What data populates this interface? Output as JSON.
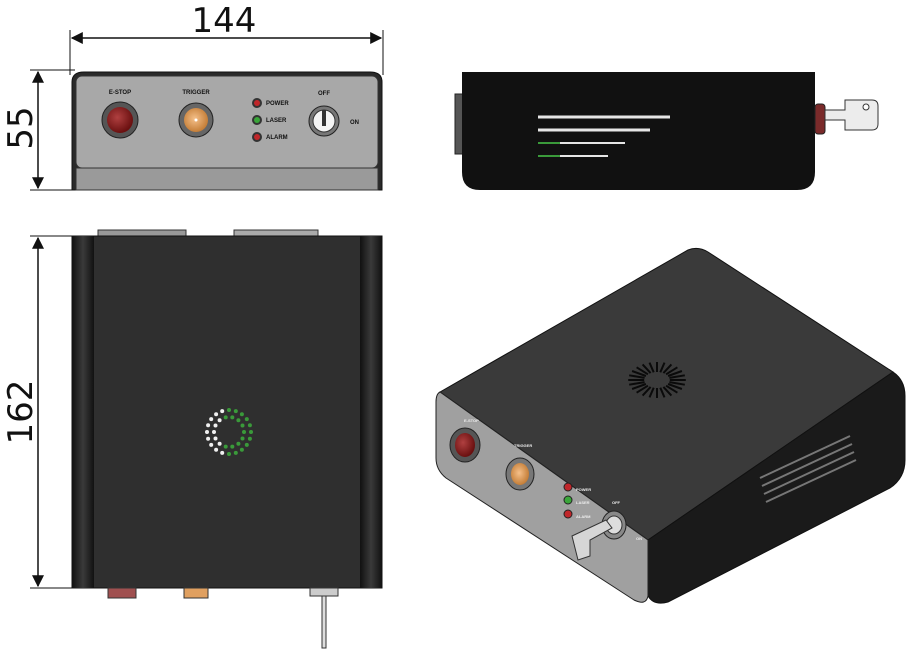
{
  "dimensions": {
    "width": "144",
    "height": "55",
    "depth": "162"
  },
  "front_panel": {
    "estop_label": "E-STOP",
    "trigger_label": "TRIGGER",
    "indicators": [
      "POWER",
      "LASER",
      "ALARM"
    ],
    "key_off_label": "OFF",
    "key_on_label": "ON"
  },
  "colors": {
    "body": "#2b2b2b",
    "panel": "#a9a9a9",
    "estop": "#8b1e1e",
    "trigger": "#e8a060",
    "power_led": "#c0262a",
    "laser_led": "#3aa63a",
    "alarm_led": "#c0262a",
    "vent_green": "#3a9a3a"
  },
  "icons": [
    "estop-button-icon",
    "trigger-connector-icon",
    "led-indicator-icon",
    "key-switch-icon",
    "vent-grille-icon"
  ]
}
